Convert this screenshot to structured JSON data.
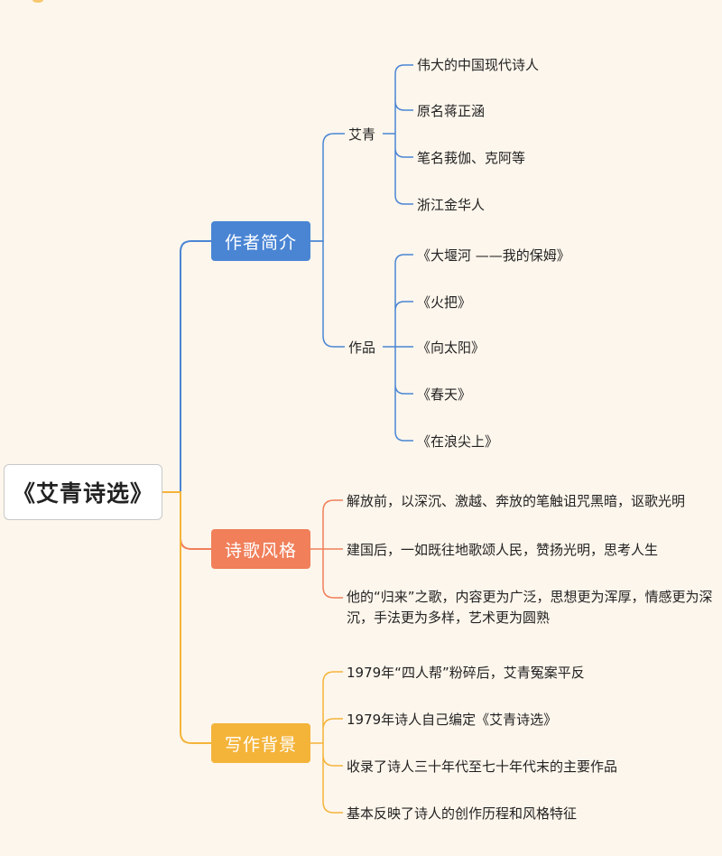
{
  "root": {
    "label": "《艾青诗选》"
  },
  "branches": [
    {
      "label": "作者简介",
      "color": "#4a85d4",
      "groups": [
        {
          "label": "艾青",
          "items": [
            "伟大的中国现代诗人",
            "原名蒋正涵",
            "笔名莪伽、克阿等",
            "浙江金华人"
          ]
        },
        {
          "label": "作品",
          "items": [
            "《大堰河 ——我的保姆》",
            "《火把》",
            "《向太阳》",
            "《春天》",
            "《在浪尖上》"
          ]
        }
      ]
    },
    {
      "label": "诗歌风格",
      "color": "#f07f5a",
      "items": [
        "解放前，以深沉、激越、奔放的笔触诅咒黑暗，讴歌光明",
        "建国后，一如既往地歌颂人民，赞扬光明，思考人生",
        "他的“归来”之歌，内容更为广泛，思想更为浑厚，情感更为深沉，手法更为多样，艺术更为圆熟"
      ]
    },
    {
      "label": "写作背景",
      "color": "#f4b43a",
      "items": [
        "1979年“四人帮”粉碎后，艾青冤案平反",
        "1979年诗人自己编定《艾青诗选》",
        "收录了诗人三十年代至七十年代末的主要作品",
        "基本反映了诗人的创作历程和风格特征"
      ]
    }
  ]
}
